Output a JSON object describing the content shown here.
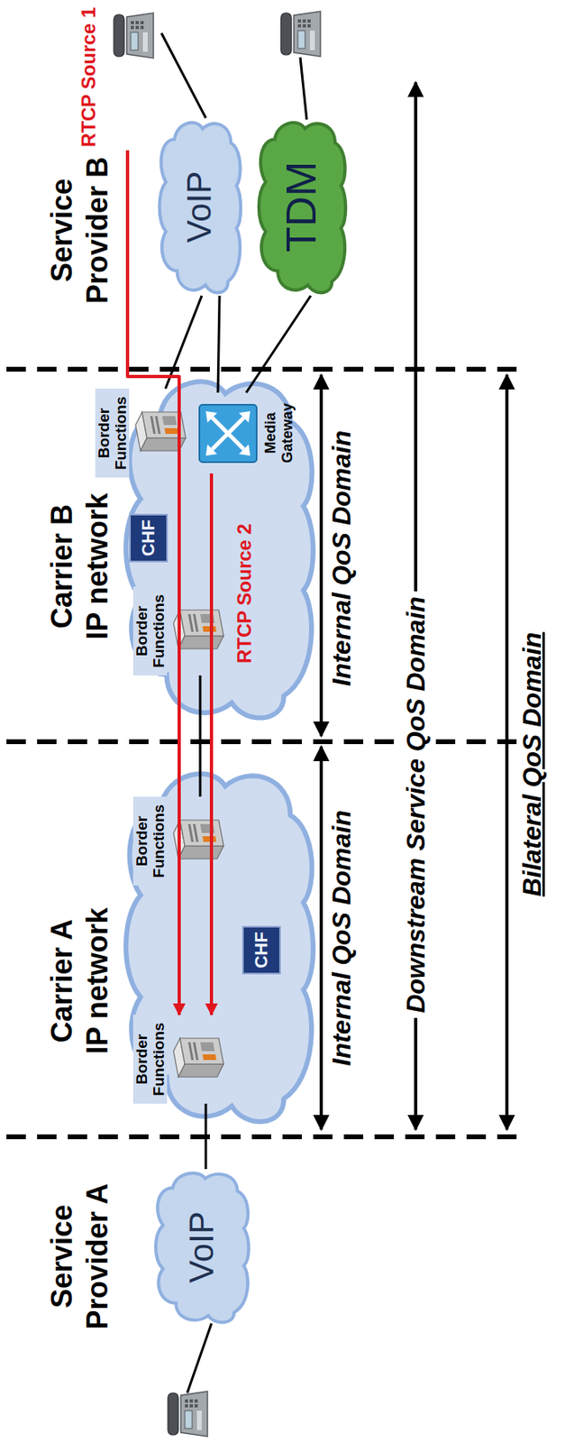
{
  "diagram": {
    "nodes": [
      {
        "text": [
          "VoIP"
        ]
      },
      {
        "text": [
          "Carrier A IP network"
        ]
      },
      {
        "text": [
          "Border Functions"
        ],
        "in": 1
      },
      {
        "text": [
          "CHF"
        ],
        "in": 1
      },
      {
        "text": [
          "Border Functions"
        ],
        "in": 1
      },
      {
        "text": [
          "Carrier B IP network"
        ]
      },
      {
        "text": [
          "Border Functions"
        ],
        "in": 5
      },
      {
        "text": [
          "CHF"
        ],
        "in": 5
      },
      {
        "text": [
          "Border Functions"
        ],
        "in": 5
      },
      {
        "text": [
          "Media Gateway"
        ],
        "in": 5
      },
      {
        "text": [
          "VoIP"
        ]
      },
      {
        "text": [
          "TDM"
        ]
      },
      {
        "text": [
          "RTCP Source 1"
        ]
      }
    ],
    "edges": [
      {
        "from": 0,
        "to": 2,
        "arrow": "none"
      },
      {
        "from": 4,
        "to": 6,
        "arrow": "none"
      },
      {
        "from": 8,
        "to": 10,
        "arrow": "none"
      },
      {
        "from": 9,
        "to": 11,
        "arrow": "none"
      },
      {
        "from": 9,
        "to": 10,
        "arrow": "none"
      },
      {
        "from": 9,
        "to": 2,
        "arrow": "to",
        "label": "RTCP Source 2"
      },
      {
        "from": 12,
        "to": 10,
        "arrow": "none"
      },
      {
        "from": 12,
        "to": 2,
        "arrow": "to"
      }
    ],
    "labels": [
      "Service Provider A",
      "Service Provider B",
      "Internal QoS Domain",
      "Internal QoS Domain",
      "Downstream Service QoS Domain",
      "Bilateral QoS Domain"
    ]
  }
}
